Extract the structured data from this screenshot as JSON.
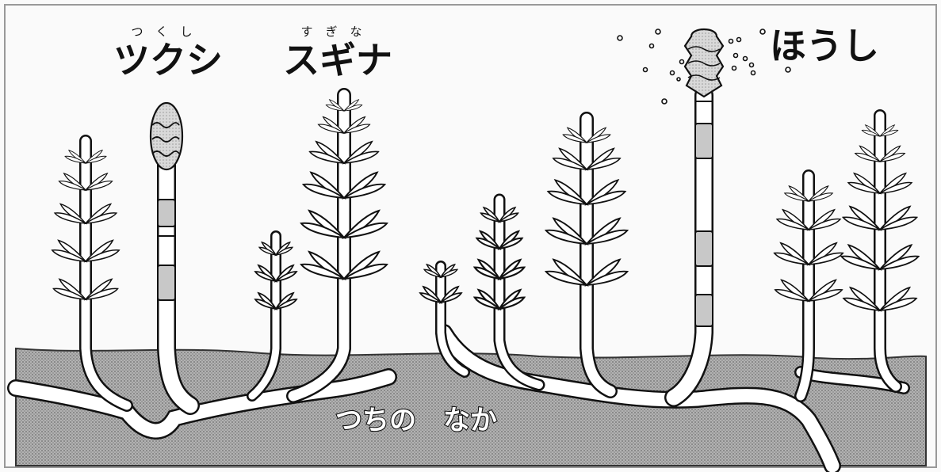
{
  "labels": {
    "tsukushi": {
      "text": "ツクシ",
      "ruby": "つくし"
    },
    "sugina": {
      "text": "スギナ",
      "ruby": "すぎな"
    },
    "houshi": {
      "text": "ほうし"
    },
    "underground": {
      "text": "つちの　なか"
    }
  },
  "colors": {
    "ink": "#111111",
    "paper": "#fafafa",
    "soil": "#a9a9a9",
    "stem_fill": "#ffffff",
    "sheath": "#c8c8c8"
  }
}
